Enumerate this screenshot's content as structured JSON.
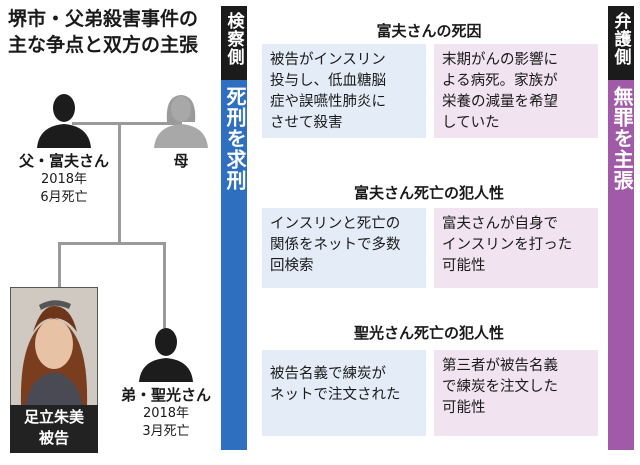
{
  "title": [
    "堺市・父弟殺害事件の",
    "主な争点と双方の主張"
  ],
  "family": {
    "father": {
      "name": "父・富夫さん",
      "info": [
        "2018年",
        "6月死亡"
      ]
    },
    "mother": {
      "name": "母"
    },
    "brother": {
      "name": "弟・聖光さん",
      "info": [
        "2018年",
        "3月死亡"
      ]
    },
    "defendant": {
      "name": [
        "足立朱美",
        "被告"
      ]
    }
  },
  "prosecution": {
    "header": "検察側",
    "stance": "死刑を求刑",
    "color": "#2f6fc0"
  },
  "defense": {
    "header": "弁護側",
    "stance": "無罪を主張",
    "color": "#a05aa8"
  },
  "sections": [
    {
      "heading": "富夫さんの死因",
      "prosecution": [
        "被告がインスリン",
        "投与し、低血糖脳",
        "症や誤嚥性肺炎に",
        "させて殺害"
      ],
      "defense": [
        "末期がんの影響に",
        "よる病死。家族が",
        "栄養の減量を希望",
        "していた"
      ]
    },
    {
      "heading": "富夫さん死亡の犯人性",
      "prosecution": [
        "インスリンと死亡の",
        "関係をネットで多数",
        "回検索"
      ],
      "defense": [
        "富夫さんが自身で",
        "インスリンを打った",
        "可能性"
      ]
    },
    {
      "heading": "聖光さん死亡の犯人性",
      "prosecution": [
        "被告名義で練炭が",
        "ネットで注文された"
      ],
      "defense": [
        "第三者が被告名義",
        "で練炭を注文した",
        "可能性"
      ]
    }
  ]
}
